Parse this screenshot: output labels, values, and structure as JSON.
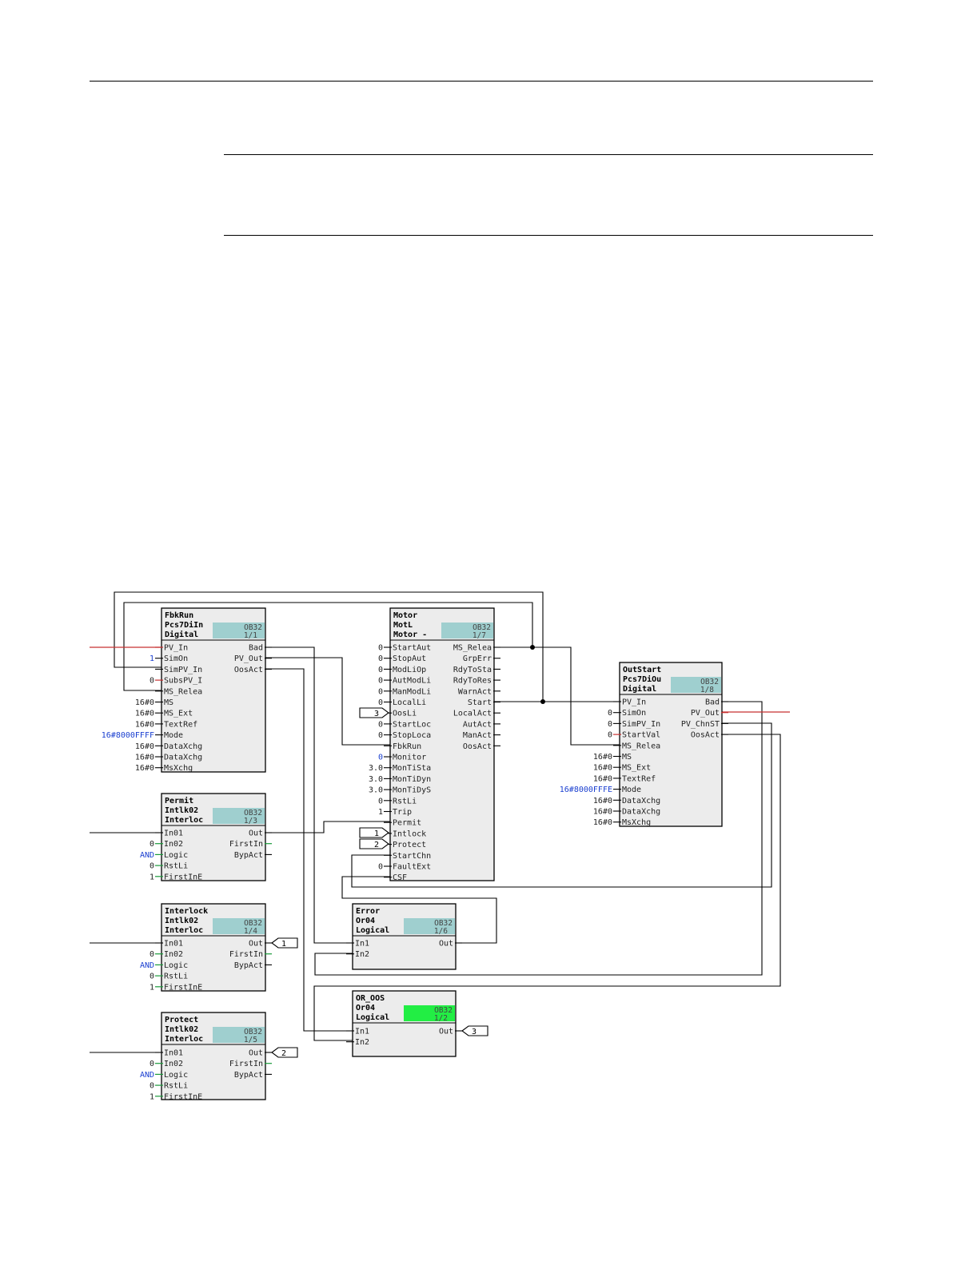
{
  "blocks": {
    "fbkrun": {
      "name": "FbkRun",
      "type": "Pcs7DiIn",
      "family": "Digital",
      "task": "OB32",
      "seq": "1/1",
      "inputs": [
        {
          "pin": "PV_In",
          "val": ""
        },
        {
          "pin": "SimOn",
          "val": "1"
        },
        {
          "pin": "SimPV_In",
          "val": ""
        },
        {
          "pin": "SubsPV_I",
          "val": "0"
        },
        {
          "pin": "MS_Relea",
          "val": ""
        },
        {
          "pin": "MS",
          "val": "16#0"
        },
        {
          "pin": "MS_Ext",
          "val": "16#0"
        },
        {
          "pin": "TextRef",
          "val": "16#0"
        },
        {
          "pin": "Mode",
          "val": "16#8000FFFF"
        },
        {
          "pin": "DataXchg",
          "val": "16#0"
        },
        {
          "pin": "DataXchg",
          "val": "16#0"
        },
        {
          "pin": "MsXchg",
          "val": "16#0"
        }
      ],
      "outputs": [
        "Bad",
        "PV_Out",
        "OosAct"
      ]
    },
    "permit": {
      "name": "Permit",
      "type": "Intlk02",
      "family": "Interloc",
      "task": "OB32",
      "seq": "1/3",
      "inputs": [
        {
          "pin": "In01",
          "val": ""
        },
        {
          "pin": "In02",
          "val": "0"
        },
        {
          "pin": "Logic",
          "val": "AND"
        },
        {
          "pin": "RstLi",
          "val": "0"
        },
        {
          "pin": "FirstInE",
          "val": "1"
        }
      ],
      "outputs": [
        "Out",
        "FirstIn",
        "BypAct"
      ]
    },
    "interlock": {
      "name": "Interlock",
      "type": "Intlk02",
      "family": "Interloc",
      "task": "OB32",
      "seq": "1/4",
      "inputs": [
        {
          "pin": "In01",
          "val": ""
        },
        {
          "pin": "In02",
          "val": "0"
        },
        {
          "pin": "Logic",
          "val": "AND"
        },
        {
          "pin": "RstLi",
          "val": "0"
        },
        {
          "pin": "FirstInE",
          "val": "1"
        }
      ],
      "outputs": [
        "Out",
        "FirstIn",
        "BypAct"
      ]
    },
    "protect": {
      "name": "Protect",
      "type": "Intlk02",
      "family": "Interloc",
      "task": "OB32",
      "seq": "1/5",
      "inputs": [
        {
          "pin": "In01",
          "val": ""
        },
        {
          "pin": "In02",
          "val": "0"
        },
        {
          "pin": "Logic",
          "val": "AND"
        },
        {
          "pin": "RstLi",
          "val": "0"
        },
        {
          "pin": "FirstInE",
          "val": "1"
        }
      ],
      "outputs": [
        "Out",
        "FirstIn",
        "BypAct"
      ]
    },
    "motor": {
      "name": "Motor",
      "type": "MotL",
      "family": "Motor -",
      "task": "OB32",
      "seq": "1/7",
      "inputs": [
        {
          "pin": "StartAut",
          "val": "0"
        },
        {
          "pin": "StopAut",
          "val": "0"
        },
        {
          "pin": "ModLiOp",
          "val": "0"
        },
        {
          "pin": "AutModLi",
          "val": "0"
        },
        {
          "pin": "ManModLi",
          "val": "0"
        },
        {
          "pin": "LocalLi",
          "val": "0"
        },
        {
          "pin": "OosLi",
          "val": ""
        },
        {
          "pin": "StartLoc",
          "val": "0"
        },
        {
          "pin": "StopLoca",
          "val": "0"
        },
        {
          "pin": "FbkRun",
          "val": ""
        },
        {
          "pin": "Monitor",
          "val": "0"
        },
        {
          "pin": "MonTiSta",
          "val": "3.0"
        },
        {
          "pin": "MonTiDyn",
          "val": "3.0"
        },
        {
          "pin": "MonTiDyS",
          "val": "3.0"
        },
        {
          "pin": "RstLi",
          "val": "0"
        },
        {
          "pin": "Trip",
          "val": "1"
        },
        {
          "pin": "Permit",
          "val": ""
        },
        {
          "pin": "Intlock",
          "val": ""
        },
        {
          "pin": "Protect",
          "val": ""
        },
        {
          "pin": "StartChn",
          "val": ""
        },
        {
          "pin": "FaultExt",
          "val": "0"
        },
        {
          "pin": "CSF",
          "val": ""
        }
      ],
      "outputs": [
        "MS_Relea",
        "GrpErr",
        "RdyToSta",
        "RdyToRes",
        "WarnAct",
        "Start",
        "LocalAct",
        "AutAct",
        "ManAct",
        "OosAct"
      ]
    },
    "outstart": {
      "name": "OutStart",
      "type": "Pcs7DiOu",
      "family": "Digital",
      "task": "OB32",
      "seq": "1/8",
      "inputs": [
        {
          "pin": "PV_In",
          "val": ""
        },
        {
          "pin": "SimOn",
          "val": "0"
        },
        {
          "pin": "SimPV_In",
          "val": "0"
        },
        {
          "pin": "StartVal",
          "val": "0"
        },
        {
          "pin": "MS_Relea",
          "val": ""
        },
        {
          "pin": "MS",
          "val": "16#0"
        },
        {
          "pin": "MS_Ext",
          "val": "16#0"
        },
        {
          "pin": "TextRef",
          "val": "16#0"
        },
        {
          "pin": "Mode",
          "val": "16#8000FFFE"
        },
        {
          "pin": "DataXchg",
          "val": "16#0"
        },
        {
          "pin": "DataXchg",
          "val": "16#0"
        },
        {
          "pin": "MsXchg",
          "val": "16#0"
        }
      ],
      "outputs": [
        "Bad",
        "PV_Out",
        "PV_ChnST",
        "OosAct"
      ]
    },
    "error": {
      "name": "Error",
      "type": "Or04",
      "family": "Logical",
      "task": "OB32",
      "seq": "1/6",
      "inputs": [
        {
          "pin": "In1",
          "val": ""
        },
        {
          "pin": "In2",
          "val": ""
        }
      ],
      "outputs": [
        "Out"
      ]
    },
    "or_oos": {
      "name": "OR_OOS",
      "type": "Or04",
      "family": "Logical",
      "task": "OB32",
      "seq": "1/2",
      "inputs": [
        {
          "pin": "In1",
          "val": ""
        },
        {
          "pin": "In2",
          "val": ""
        }
      ],
      "outputs": [
        "Out"
      ]
    }
  },
  "connectors": {
    "c1": "1",
    "c2": "2",
    "c3": "3"
  },
  "colors": {
    "runtime": "#9fcfcf",
    "runtime_active": "#22ee44",
    "value_blue": "#1a3fd0",
    "wire_red": "#c83030",
    "wire_green": "#1a9a3a"
  }
}
